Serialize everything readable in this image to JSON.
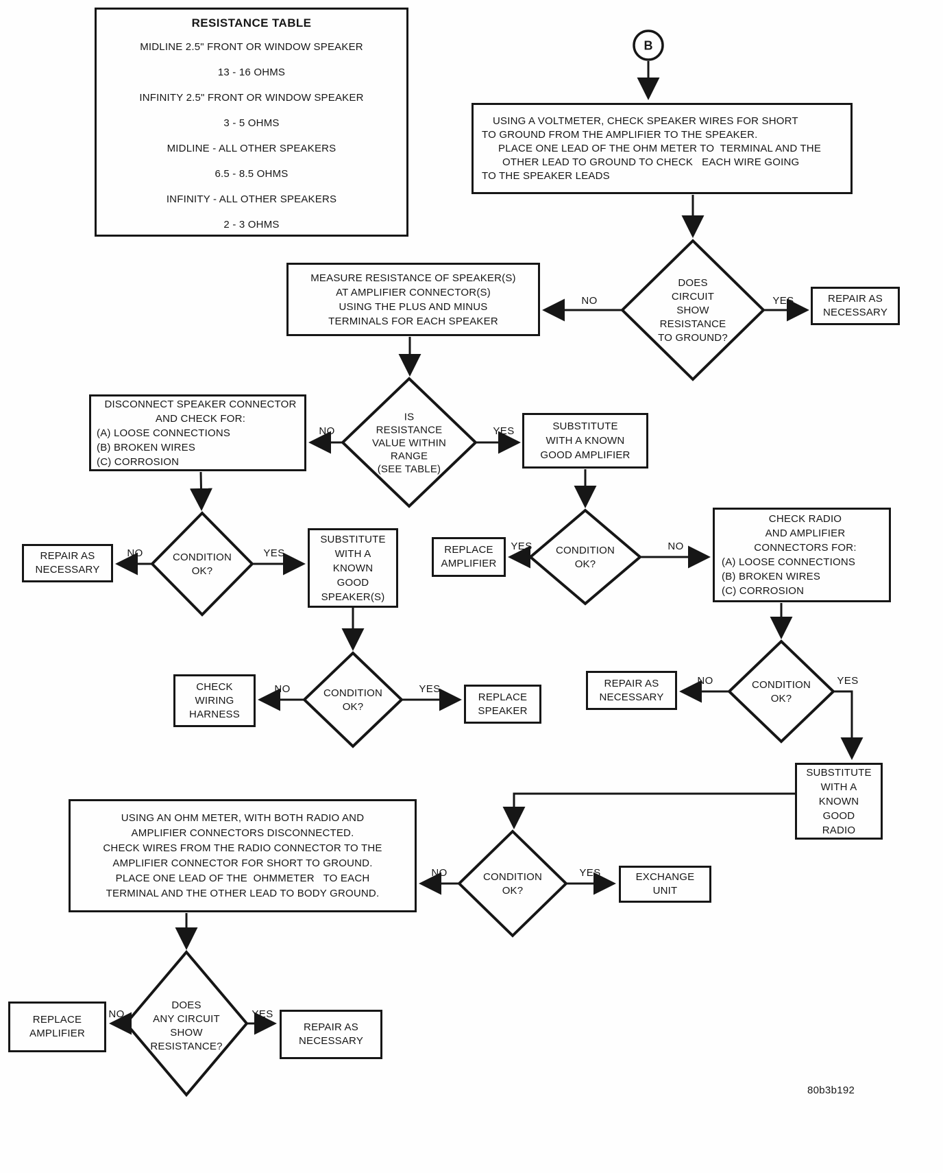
{
  "diagram_id": "80b3b192",
  "connector": {
    "label": "B"
  },
  "edge_labels": {
    "yes": "YES",
    "no": "NO"
  },
  "resistance_table": {
    "title": "RESISTANCE TABLE",
    "rows": [
      "MIDLINE 2.5\" FRONT OR WINDOW SPEAKER",
      "13 - 16 OHMS",
      "INFINITY 2.5\" FRONT OR WINDOW SPEAKER",
      "3 - 5 OHMS",
      "MIDLINE - ALL OTHER SPEAKERS",
      "6.5 - 8.5 OHMS",
      "INFINITY - ALL OTHER SPEAKERS",
      "2 - 3 OHMS"
    ]
  },
  "nodes": {
    "voltmeter": {
      "lines": [
        "USING A VOLTMETER, CHECK SPEAKER WIRES FOR SHORT",
        "TO GROUND FROM THE AMPLIFIER TO THE SPEAKER.",
        "PLACE ONE LEAD OF THE OHM METER TO  TERMINAL AND THE",
        "OTHER LEAD TO GROUND TO CHECK   EACH WIRE GOING",
        "TO THE SPEAKER LEADS"
      ]
    },
    "does_circuit_show_resistance": {
      "lines": [
        "DOES",
        "CIRCUIT",
        "SHOW",
        "RESISTANCE",
        "TO GROUND?"
      ]
    },
    "repair_1": {
      "lines": [
        "REPAIR AS",
        "NECESSARY"
      ]
    },
    "measure_resistance": {
      "lines": [
        "MEASURE RESISTANCE OF SPEAKER(S)",
        "AT AMPLIFIER CONNECTOR(S)",
        "USING THE PLUS AND MINUS",
        "TERMINALS FOR EACH SPEAKER"
      ]
    },
    "is_resistance_within_range": {
      "lines": [
        "IS",
        "RESISTANCE",
        "VALUE WITHIN",
        "RANGE",
        "(SEE TABLE)"
      ]
    },
    "disconnect_speaker": {
      "lines": [
        "DISCONNECT SPEAKER CONNECTOR",
        "AND CHECK FOR:",
        "(A) LOOSE CONNECTIONS",
        "(B) BROKEN WIRES",
        "(C) CORROSION"
      ]
    },
    "substitute_amplifier": {
      "lines": [
        "SUBSTITUTE",
        "WITH A KNOWN",
        "GOOD AMPLIFIER"
      ]
    },
    "condition_ok_1": {
      "lines": [
        "CONDITION",
        "OK?"
      ]
    },
    "repair_2": {
      "lines": [
        "REPAIR AS",
        "NECESSARY"
      ]
    },
    "substitute_speaker": {
      "lines": [
        "SUBSTITUTE",
        "WITH A",
        "KNOWN",
        "GOOD",
        "SPEAKER(S)"
      ]
    },
    "condition_ok_2": {
      "lines": [
        "CONDITION",
        "OK?"
      ]
    },
    "check_wiring_harness": {
      "lines": [
        "CHECK",
        "WIRING",
        "HARNESS"
      ]
    },
    "replace_speaker": {
      "lines": [
        "REPLACE",
        "SPEAKER"
      ]
    },
    "condition_ok_3": {
      "lines": [
        "CONDITION",
        "OK?"
      ]
    },
    "replace_amplifier_1": {
      "lines": [
        "REPLACE",
        "AMPLIFIER"
      ]
    },
    "check_radio_connectors": {
      "lines": [
        "CHECK RADIO",
        "AND AMPLIFIER",
        "CONNECTORS FOR:",
        "(A) LOOSE CONNECTIONS",
        "(B) BROKEN WIRES",
        "(C) CORROSION"
      ]
    },
    "condition_ok_4": {
      "lines": [
        "CONDITION",
        "OK?"
      ]
    },
    "repair_3": {
      "lines": [
        "REPAIR AS",
        "NECESSARY"
      ]
    },
    "substitute_radio": {
      "lines": [
        "SUBSTITUTE",
        "WITH A",
        "KNOWN",
        "GOOD",
        "RADIO"
      ]
    },
    "ohmmeter": {
      "lines": [
        "USING AN OHM METER, WITH BOTH RADIO AND",
        "AMPLIFIER CONNECTORS DISCONNECTED.",
        "CHECK WIRES FROM THE RADIO CONNECTOR TO THE",
        "AMPLIFIER CONNECTOR FOR SHORT TO GROUND.",
        "PLACE ONE LEAD OF THE  OHMMETER   TO EACH",
        "TERMINAL AND THE OTHER LEAD TO BODY GROUND."
      ]
    },
    "condition_ok_5": {
      "lines": [
        "CONDITION",
        "OK?"
      ]
    },
    "exchange_unit": {
      "lines": [
        "EXCHANGE",
        "UNIT"
      ]
    },
    "does_any_circuit": {
      "lines": [
        "DOES",
        "ANY CIRCUIT",
        "SHOW",
        "RESISTANCE?"
      ]
    },
    "replace_amplifier_2": {
      "lines": [
        "REPLACE",
        "AMPLIFIER"
      ]
    },
    "repair_4": {
      "lines": [
        "REPAIR AS",
        "NECESSARY"
      ]
    }
  }
}
